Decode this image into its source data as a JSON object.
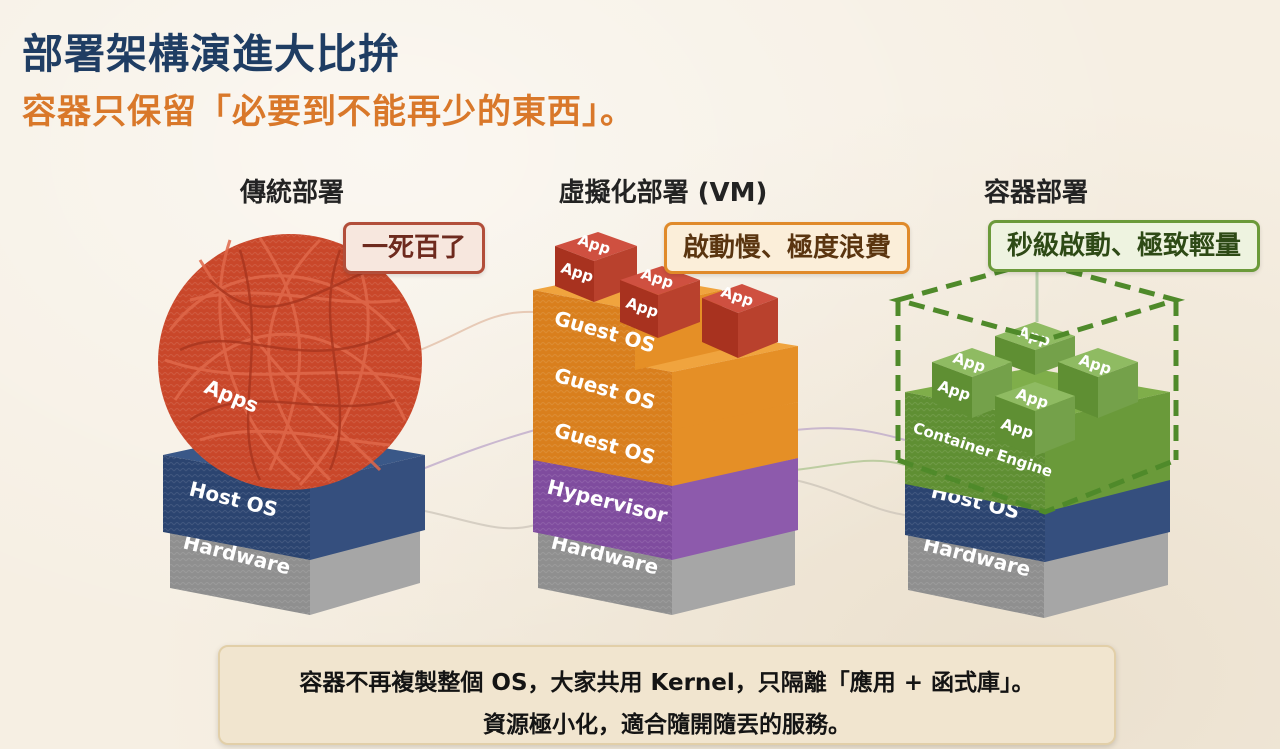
{
  "title": "部署架構演進大比拚",
  "subtitle": "容器只保留「必要到不能再少的東西」。",
  "columns": {
    "traditional": {
      "heading": "傳統部署",
      "badge": "一死百了",
      "layers": {
        "apps": "Apps",
        "host_os": "Host OS",
        "hardware": "Hardware"
      }
    },
    "vm": {
      "heading": "虛擬化部署 (VM)",
      "badge": "啟動慢、極度浪費",
      "layers": {
        "app": "App",
        "guest_os": "Guest OS",
        "hypervisor": "Hypervisor",
        "hardware": "Hardware"
      }
    },
    "container": {
      "heading": "容器部署",
      "badge": "秒級啟動、極致輕量",
      "layers": {
        "app": "App",
        "container_engine": "Container Engine",
        "host_os": "Host OS",
        "hardware": "Hardware"
      }
    }
  },
  "summary": {
    "line1": "容器不再複製整個 OS，大家共用 Kernel，只隔離「應用 + 函式庫」。",
    "line2": "資源極小化，適合隨開隨丟的服務。"
  },
  "colors": {
    "title": "#1f3d63",
    "subtitle": "#d9782a",
    "apps_yarn": "#c9472a",
    "host_os": "#2d4771",
    "hardware": "#9a9a9a",
    "guest_os": "#e58f26",
    "app_block": "#b7382a",
    "hypervisor": "#8a55a8",
    "container_engine": "#6a9a3a",
    "container_app": "#74a14a"
  }
}
